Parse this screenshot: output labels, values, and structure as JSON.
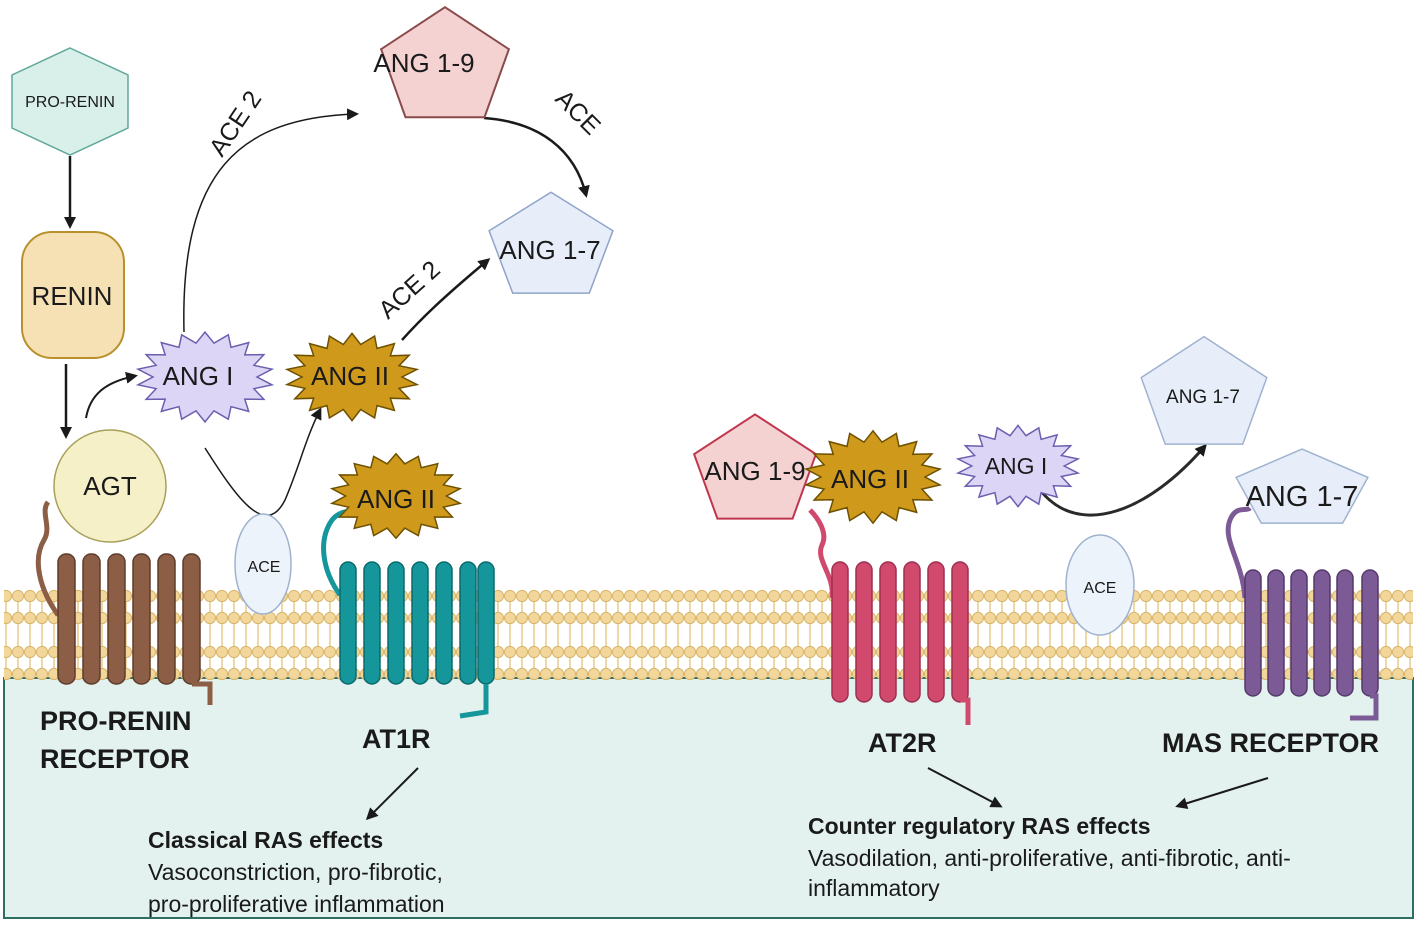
{
  "molecules": {
    "pro_renin": "PRO-RENIN",
    "renin": "RENIN",
    "agt": "AGT",
    "ang1_left": "ANG I",
    "ang2_left": "ANG II",
    "ang19_top": "ANG 1-9",
    "ang17_top": "ANG 1-7",
    "ang2_at1r": "ANG II",
    "ang19_right": "ANG 1-9",
    "ang2_right": "ANG II",
    "ang1_right": "ANG I",
    "ang17_right_top": "ANG 1-7",
    "ang17_right": "ANG 1-7"
  },
  "enzymes": {
    "ace2_upper": "ACE 2",
    "ace_upper": "ACE",
    "ace2_lower": "ACE 2",
    "ace_membrane_left": "ACE",
    "ace_membrane_right": "ACE"
  },
  "receptors": {
    "pro_renin_receptor_line1": "PRO-RENIN",
    "pro_renin_receptor_line2": "RECEPTOR",
    "at1r": "AT1R",
    "at2r": "AT2R",
    "mas_receptor": "MAS RECEPTOR"
  },
  "effects": {
    "classical": {
      "heading": "Classical RAS effects",
      "line1": "Vasoconstriction, pro-fibrotic,",
      "line2": "pro-proliferative inflammation"
    },
    "counter": {
      "heading": "Counter regulatory RAS effects",
      "line1": "Vasodilation, anti-proliferative, anti-fibrotic, anti-",
      "line2": "inflammatory"
    }
  },
  "colors": {
    "membrane_head": "#f3d69a",
    "cytoplasm": "#e3f2ef",
    "pro_renin_receptor": "#8b5e45",
    "at1r": "#14969a",
    "at2r": "#d2496e",
    "mas": "#7b5a95",
    "ang1": "#dcd5f5",
    "ang2": "#cf9a1c",
    "ang19": "#f4d2d2",
    "ang17": "#e7eefa"
  }
}
